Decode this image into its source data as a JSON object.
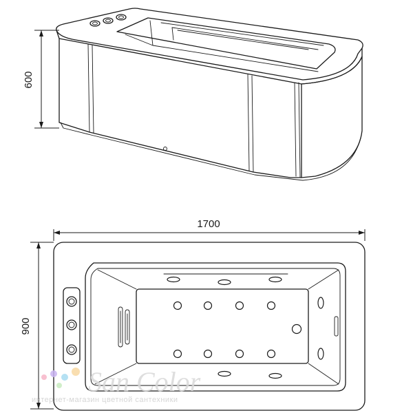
{
  "dimensions": {
    "height": "600",
    "length": "1700",
    "width": "900"
  },
  "watermark": {
    "brand": "San Color",
    "tagline": "интернет-магазин цветной сантехники",
    "dot_colors": [
      "#f7b6c8",
      "#c9b3f2",
      "#a9dcf2",
      "#f8d9a3",
      "#c8ecc0"
    ]
  },
  "colors": {
    "line": "#1a1a1a"
  },
  "icons": [
    "drain-icon",
    "control-button-icon",
    "jet-nozzle-icon",
    "handle-rail-icon"
  ]
}
